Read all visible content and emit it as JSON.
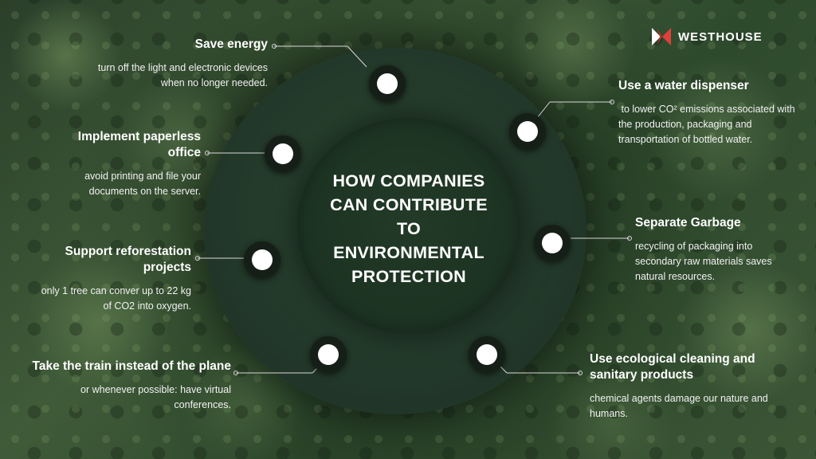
{
  "brand": {
    "name": "WESTHOUSE",
    "accent": "#e0403a"
  },
  "title": "HOW COMPANIES CAN CONTRIBUTE TO ENVIRONMENTAL PROTECTION",
  "title_lines": [
    "HOW COMPANIES",
    "CAN CONTRIBUTE",
    "TO",
    "ENVIRONMENTAL",
    "PROTECTION"
  ],
  "items": [
    {
      "heading": "Save energy",
      "text": "turn off the light and electronic devices when no longer needed."
    },
    {
      "heading": "Use a water dispenser",
      "text": " to lower CO² emissions associated with the production, packaging and transportation of bottled water."
    },
    {
      "heading": "Implement paperless office",
      "text": "avoid printing and file your documents on the server."
    },
    {
      "heading": "Separate Garbage",
      "text": "recycling of packaging into secondary raw materials saves natural resources."
    },
    {
      "heading": "Support reforestation projects",
      "text": "only 1 tree can conver up to 22 kg of CO2 into oxygen."
    },
    {
      "heading": "Take the train instead of the plane",
      "text": "or whenever possible: have virtual conferences."
    },
    {
      "heading": "Use ecological cleaning and sanitary products",
      "text": "chemical agents damage our nature and humans."
    }
  ]
}
